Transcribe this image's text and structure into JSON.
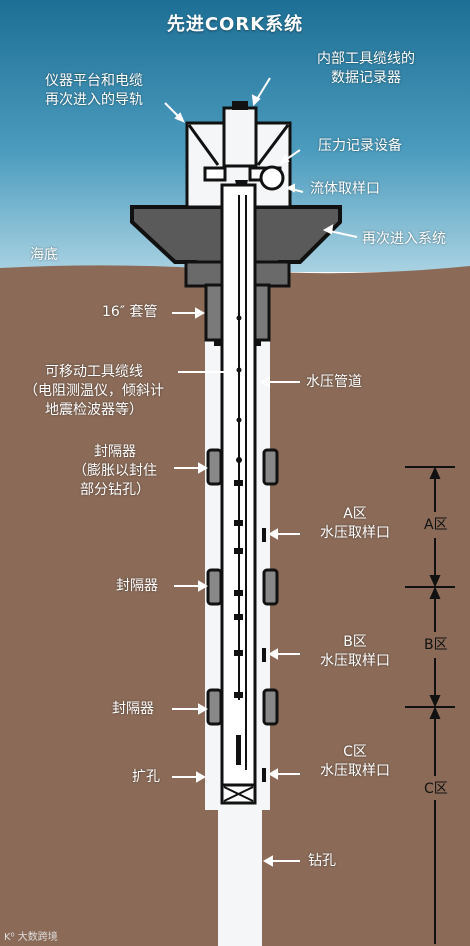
{
  "title": "先进CORK系统",
  "labels": {
    "guide_rail": [
      "仪器平台和电缆",
      "再次进入的导轨"
    ],
    "data_logger": [
      "内部工具缆线的",
      "数据记录器"
    ],
    "pressure_logger": "压力记录设备",
    "fluid_sampling": "流体取样口",
    "reentry_system": "再次进入系统",
    "seafloor": "海底",
    "casing": "16″ 套管",
    "tool_cable": [
      "可移动工具缆线",
      "（电阻测温仪，倾斜计",
      "地震检波器等）"
    ],
    "hydraulic_line": "水压管道",
    "packer_1": [
      "封隔器",
      "（膨胀以封住",
      "部分钻孔）"
    ],
    "zone_a_port": [
      "A区",
      "水压取样口"
    ],
    "packer_2": "封隔器",
    "zone_b_port": [
      "B区",
      "水压取样口"
    ],
    "packer_3": "封隔器",
    "zone_c_port": [
      "C区",
      "水压取样口"
    ],
    "reamed_hole": "扩孔",
    "borehole": "钻孔",
    "zone_a": "A区",
    "zone_b": "B区",
    "zone_c": "C区",
    "watermark": "K⁰ 大数跨境"
  },
  "colors": {
    "sea_top": "#1e6f95",
    "sea_bottom": "#8fc3d8",
    "sediment": "#8b6b58",
    "hole": "#f4f6f7",
    "dark": "#222222"
  }
}
